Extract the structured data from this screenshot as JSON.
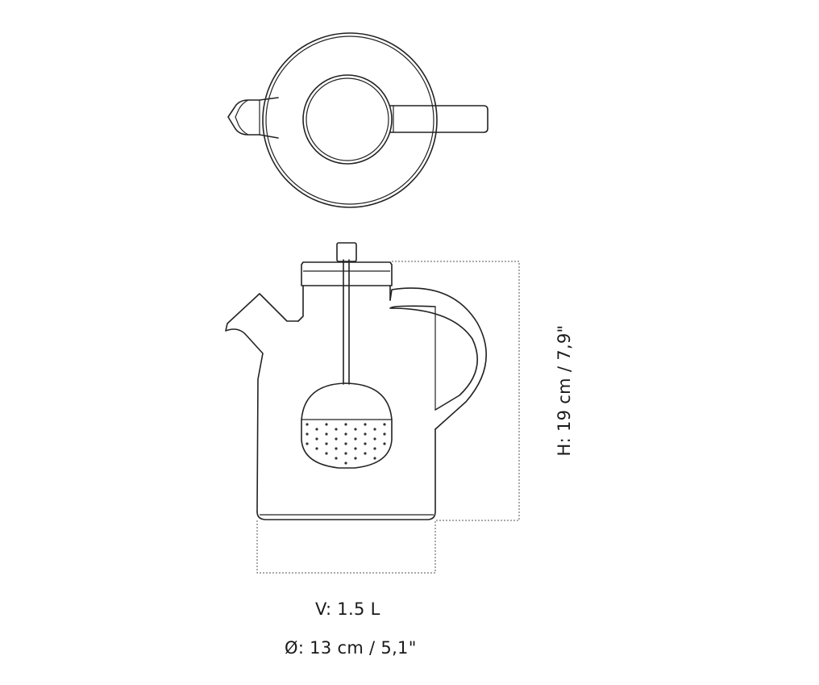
{
  "views": {
    "top": "top-view-kettle",
    "side": "side-view-kettle"
  },
  "dimensions": {
    "height": "H: 19 cm / 7,9\"",
    "volume": "V: 1.5 L",
    "diameter": "Ø: 13 cm / 5,1\""
  },
  "colors": {
    "line": "#222222",
    "dimension_line": "#555555",
    "background": "#ffffff"
  }
}
